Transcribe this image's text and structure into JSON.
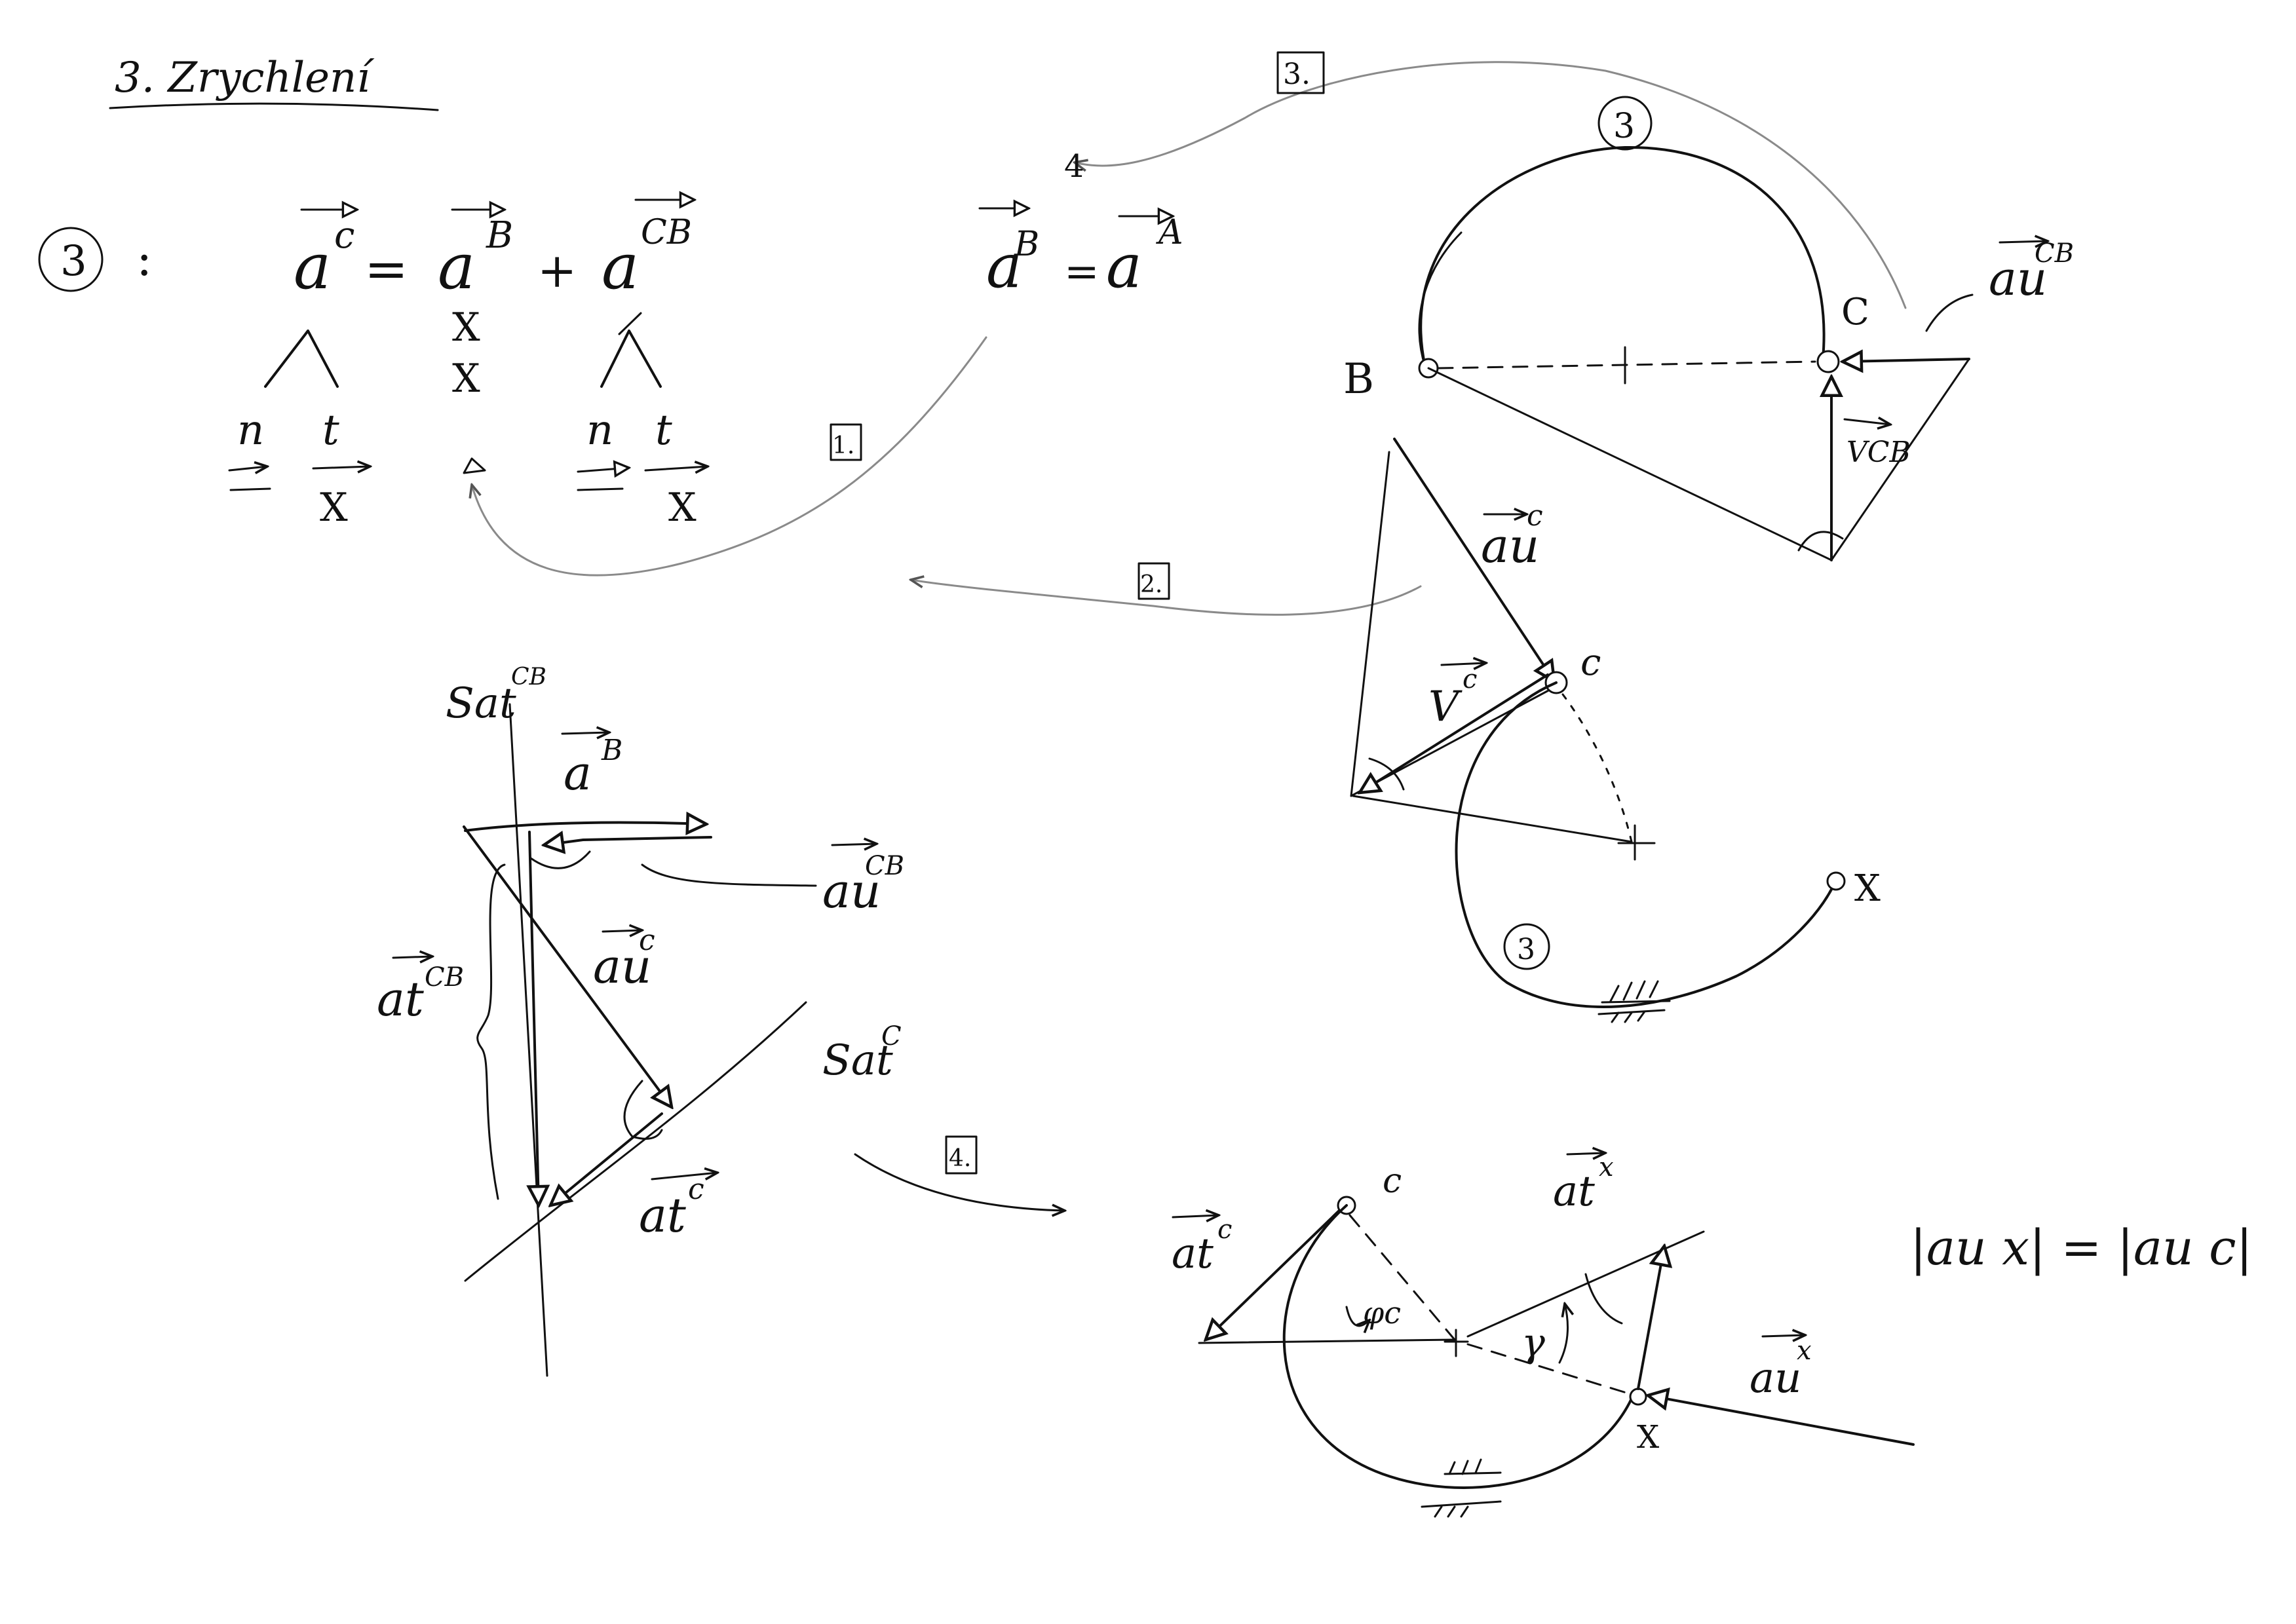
{
  "heading": "3. Zrychlení",
  "equations": {
    "point_label": "3",
    "colon": ":",
    "a": "a",
    "sup_c": "c",
    "sup_b": "B",
    "sup_cb": "CB",
    "sup_a": "A",
    "equals": "=",
    "plus": "+",
    "dash_equals": "=",
    "n": "n",
    "t": "t",
    "x": "X"
  },
  "steps": [
    "1.",
    "2.",
    "3.",
    "4."
  ],
  "marks": {
    "circle_3": "3",
    "one_glyph": "4"
  },
  "diagram_top": {
    "B": "B",
    "C": "C",
    "X": "X",
    "c": "c",
    "a_u_cb_base": "au",
    "a_u_cb_sup": "CB",
    "v_cb": "VCB",
    "a_u_c_base": "au",
    "a_u_c_sup": "c",
    "v_c_base": "V",
    "v_c_sup": "c"
  },
  "diagram_left": {
    "s_at_cb_base": "Sat",
    "s_at_cb_sup": "CB",
    "a_b_base": "a",
    "a_b_sup": "B",
    "a_u_cb_base": "au",
    "a_u_cb_sup": "CB",
    "a_t_cb_base": "at",
    "a_t_cb_sup": "CB",
    "a_u_c_base": "au",
    "a_u_c_sup": "c",
    "s_at_c_base": "Sat",
    "s_at_c_sup": "C",
    "a_t_c_base": "at",
    "a_t_c_sup": "c"
  },
  "diagram_bottom": {
    "c": "c",
    "X": "X",
    "a_t_c_base": "at",
    "a_t_c_sup": "c",
    "a_t_x_base": "at",
    "a_t_x_sup": "x",
    "a_u_x_base": "au",
    "a_u_x_sup": "x",
    "phi": "φc",
    "gamma": "γ",
    "magnitude_eq": "|au x| = |au c|"
  }
}
